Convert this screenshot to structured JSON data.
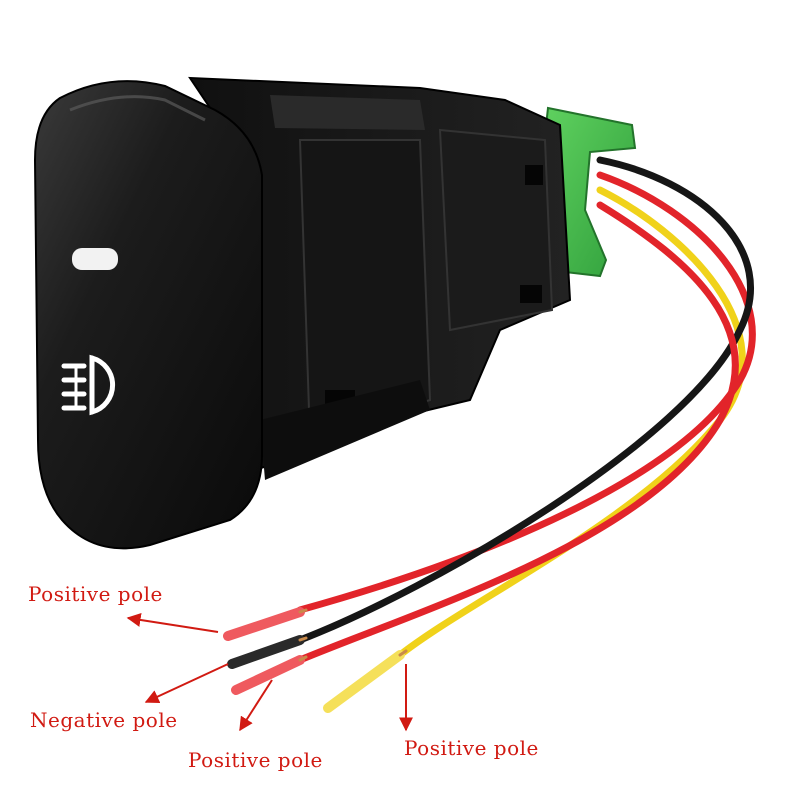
{
  "annotations": [
    {
      "text": "Positive pole"
    },
    {
      "text": "Negative pole"
    },
    {
      "text": "Positive pole"
    },
    {
      "text": "Positive pole"
    }
  ],
  "colors": {
    "label_text": "#d11a12",
    "arrow": "#d11a12",
    "switch_body": "#141414",
    "clip_green": "#3fb84a",
    "wire_red": "#e2242a",
    "wire_black": "#161616",
    "wire_yellow": "#f0d21a"
  },
  "icons": [
    "fog-light-icon",
    "indicator-led"
  ]
}
